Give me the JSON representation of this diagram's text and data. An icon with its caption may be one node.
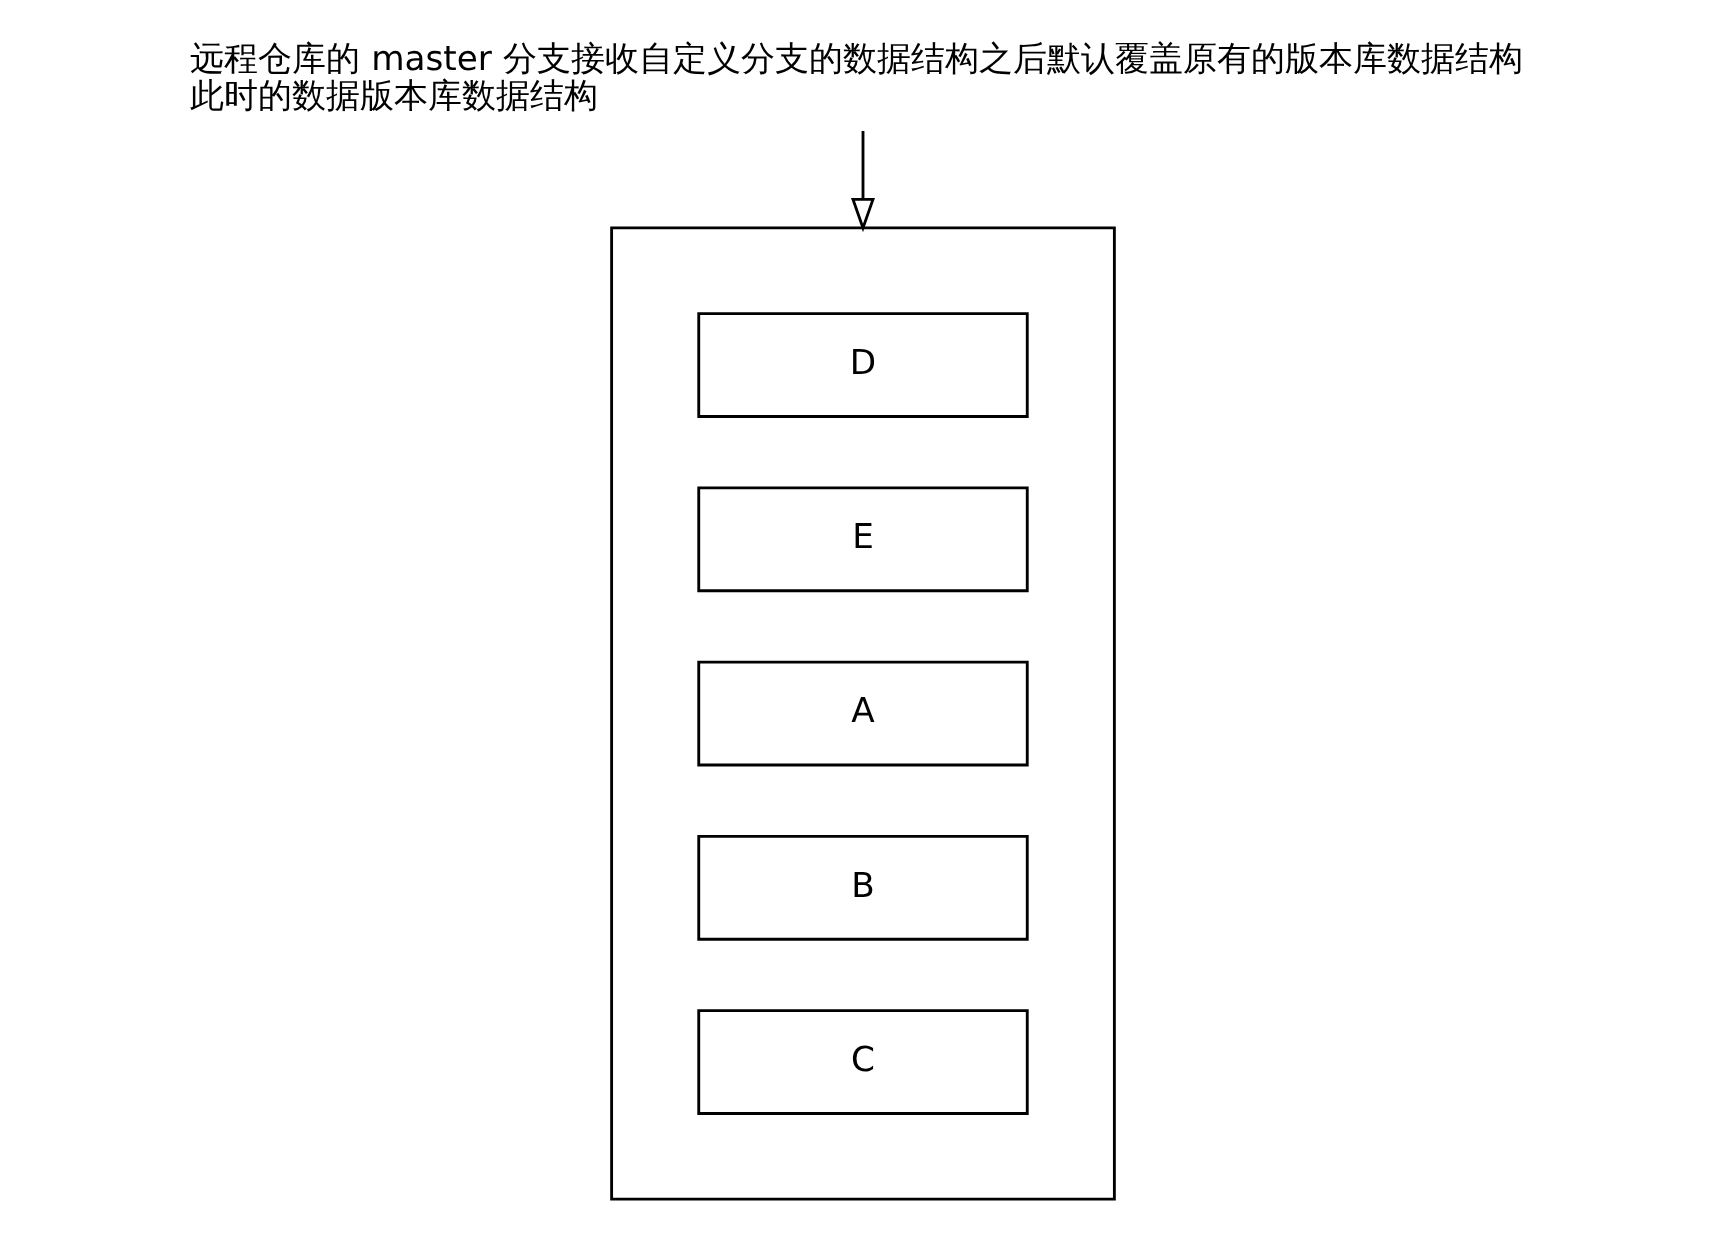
{
  "diagram": {
    "nodes": [
      {
        "text": [
          "远程仓库的 master 分支接收自定义分支的数据结构之后默认覆盖原有的版本库数据结构",
          "此时的数据版本库数据结构"
        ]
      },
      {
        "text": [],
        "shape": "box"
      },
      {
        "text": [
          "D"
        ],
        "in": 1
      },
      {
        "text": [
          "E"
        ],
        "in": 1
      },
      {
        "text": [
          "A"
        ],
        "in": 1
      },
      {
        "text": [
          "B"
        ],
        "in": 1
      },
      {
        "text": [
          "C"
        ],
        "in": 1
      }
    ],
    "edges": [
      {
        "from": 0,
        "to": 1,
        "arrow": "to"
      }
    ]
  }
}
